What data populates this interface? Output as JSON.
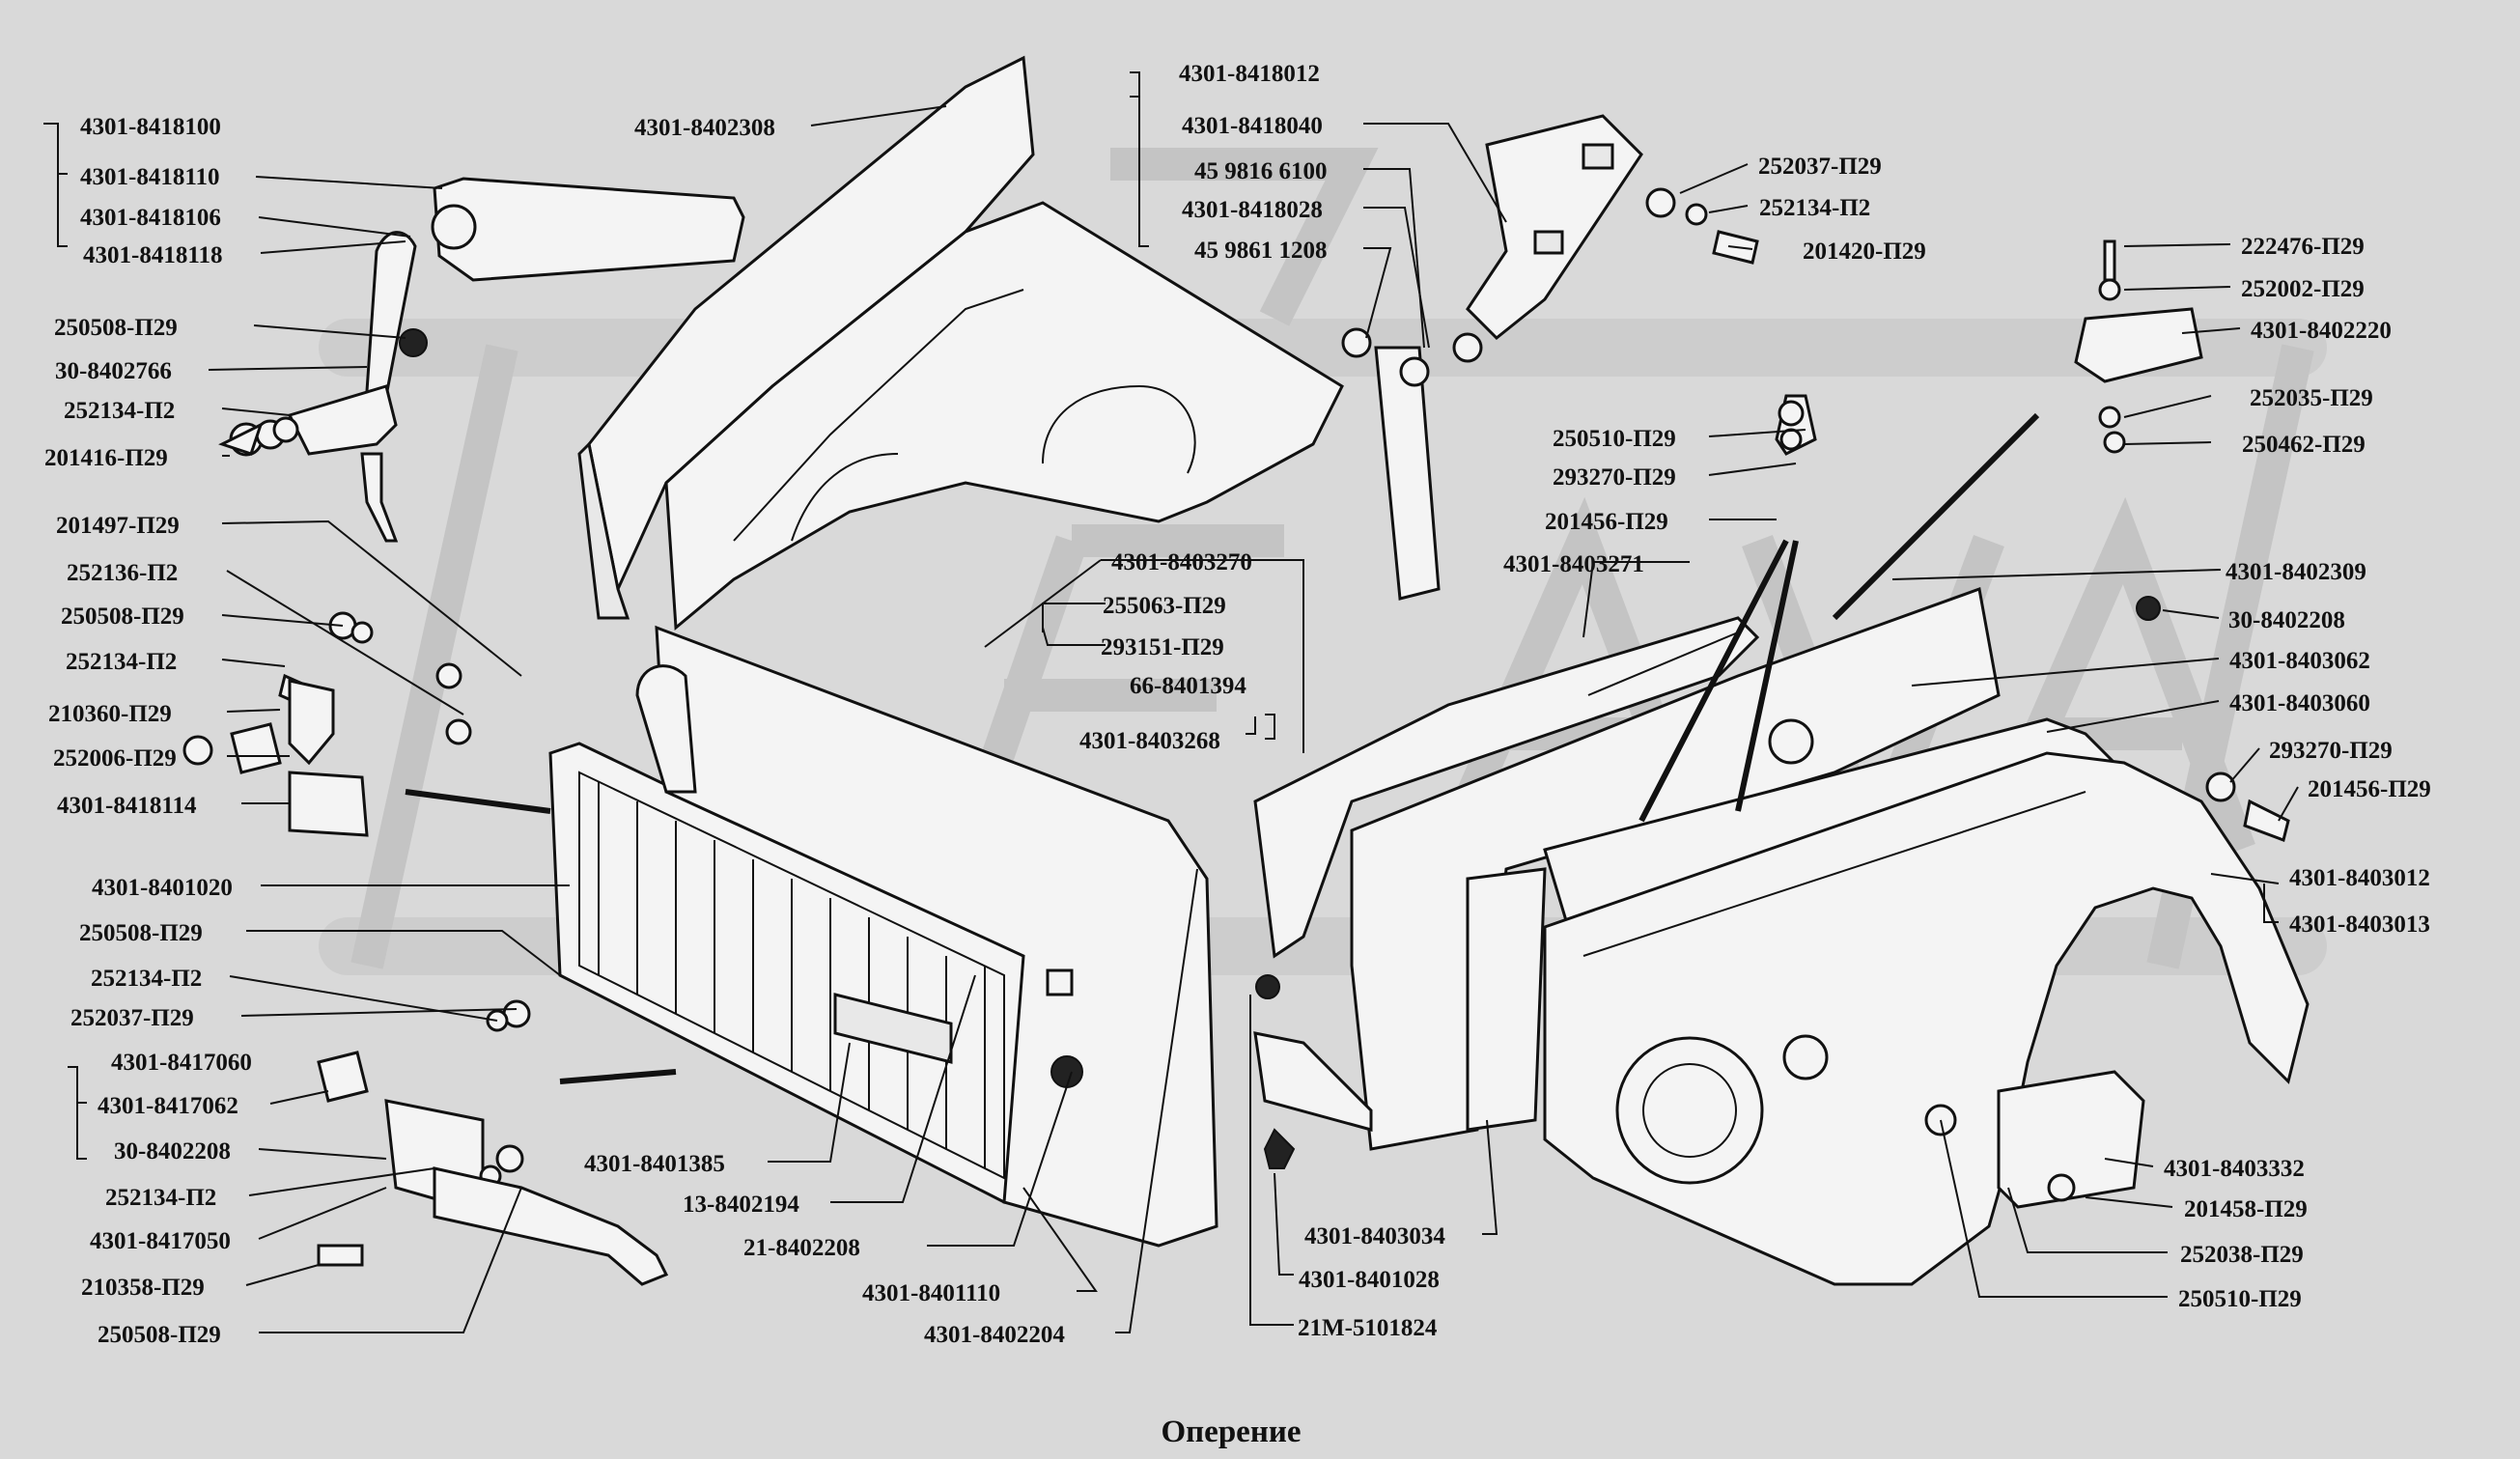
{
  "title": "Оперение",
  "labels": {
    "l1": "4301-8418100",
    "l2": "4301-8418110",
    "l3": "4301-8418106",
    "l4": "4301-8418118",
    "l5": "250508-П29",
    "l6": "30-8402766",
    "l7": "252134-П2",
    "l8": "201416-П29",
    "l9": "201497-П29",
    "l10": "252136-П2",
    "l11": "250508-П29",
    "l12": "252134-П2",
    "l13": "210360-П29",
    "l14": "252006-П29",
    "l15": "4301-8418114",
    "l16": "4301-8401020",
    "l17": "250508-П29",
    "l18": "252134-П2",
    "l19": "252037-П29",
    "l20": "4301-8417060",
    "l21": "4301-8417062",
    "l22": "30-8402208",
    "l23": "252134-П2",
    "l24": "4301-8417050",
    "l25": "210358-П29",
    "l26": "250508-П29",
    "l27": "4301-8402308",
    "l28": "4301-8418012",
    "l29": "4301-8418040",
    "l30": "45 9816 6100",
    "l31": "4301-8418028",
    "l32": "45 9861 1208",
    "l33": "252037-П29",
    "l34": "252134-П2",
    "l35": "201420-П29",
    "l36": "222476-П29",
    "l37": "252002-П29",
    "l38": "4301-8402220",
    "l39": "252035-П29",
    "l40": "250462-П29",
    "l41": "250510-П29",
    "l42": "293270-П29",
    "l43": "201456-П29",
    "l44": "4301-8403270",
    "l45": "4301-8403271",
    "l46": "255063-П29",
    "l47": "293151-П29",
    "l48": "66-8401394",
    "l49": "4301-8403268",
    "l50": "4301-8402309",
    "l51": "30-8402208",
    "l52": "4301-8403062",
    "l53": "4301-8403060",
    "l54": "293270-П29",
    "l55": "201456-П29",
    "l56": "4301-8403012",
    "l57": "4301-8403013",
    "l58": "4301-8401385",
    "l59": "13-8402194",
    "l60": "21-8402208",
    "l61": "4301-8401110",
    "l62": "4301-8402204",
    "l63": "4301-8403034",
    "l64": "4301-8401028",
    "l65": "21М-5101824",
    "l66": "4301-8403332",
    "l67": "201458-П29",
    "l68": "252038-П29",
    "l69": "250510-П29"
  }
}
